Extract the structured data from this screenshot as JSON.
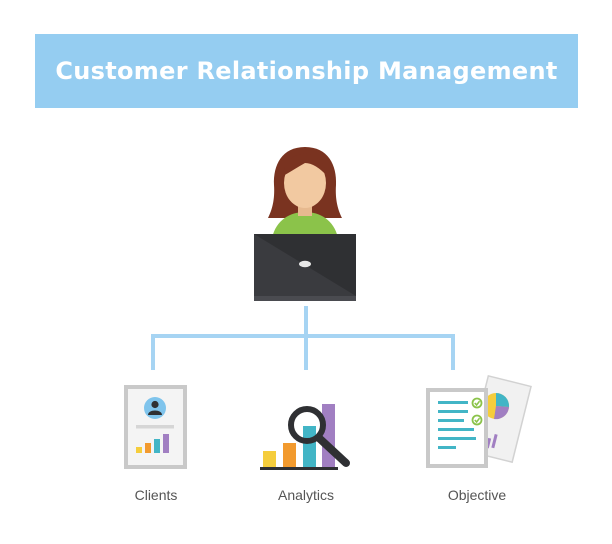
{
  "title": "Customer Relationship Management",
  "colors": {
    "banner": "#95cdf1",
    "connector": "#a6d4f3",
    "hair": "#7a3320",
    "skin": "#f2c9a1",
    "shirt": "#8bc34a",
    "laptop": "#2f3033",
    "bar_yellow": "#f5cd3c",
    "bar_orange": "#f29a2e",
    "bar_teal": "#42b5c6",
    "bar_purple": "#a17fc2"
  },
  "nodes": [
    {
      "label": "Clients",
      "icon": "client-profile-icon"
    },
    {
      "label": "Analytics",
      "icon": "analytics-icon"
    },
    {
      "label": "Objective",
      "icon": "objective-checklist-icon"
    }
  ],
  "center_figure": {
    "icon": "person-at-laptop-icon"
  }
}
